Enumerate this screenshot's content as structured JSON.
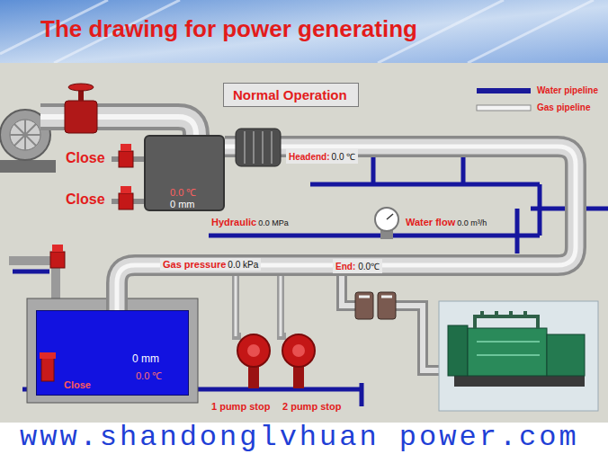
{
  "diagram": {
    "title": "The drawing for power generating",
    "nodes": [
      {
        "text": [
          "Normal Operation"
        ]
      },
      {
        "text": [
          "0.0 ℃",
          "0 mm"
        ]
      },
      {
        "text": [
          "0 mm",
          "0.0 ℃",
          "Close"
        ]
      }
    ],
    "edges": [
      {
        "from": 1,
        "to": 2,
        "arrow": "none"
      }
    ],
    "labels": [
      "Close",
      "Close",
      "Headend:",
      "0.0 ℃",
      "Hydraulic",
      "0.0 MPa",
      "Water flow",
      "0.0 m³/h",
      "Gas pressure",
      "0.0 kPa",
      "End:",
      "0.0℃",
      "1 pump stop",
      "2 pump stop",
      "www.shandonglvhuan power.com"
    ],
    "legend": [
      {
        "text": "Water pipeline"
      },
      {
        "text": "Gas pipeline"
      }
    ]
  }
}
